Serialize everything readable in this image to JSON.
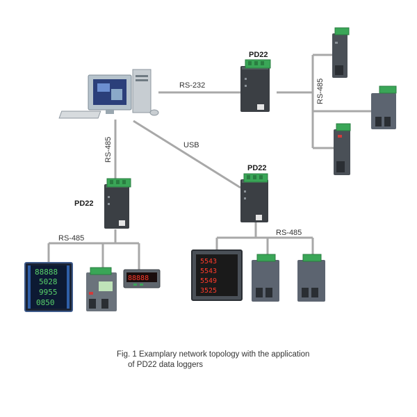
{
  "labels": {
    "rs232": "RS-232",
    "rs485_right": "RS-485",
    "rs485_left_vertical": "RS-485",
    "usb": "USB",
    "rs485_bottom_left": "RS-485",
    "rs485_bottom_right": "RS-485"
  },
  "devices": {
    "pd22_top": "PD22",
    "pd22_left": "PD22",
    "pd22_middle": "PD22"
  },
  "meter_left": {
    "rows": [
      "88888",
      "5028",
      "9955",
      "0850"
    ]
  },
  "meter_small": "88888",
  "meter_right": {
    "rows": [
      "5543",
      "5543",
      "5549",
      "3525"
    ]
  },
  "caption": {
    "line1": "Fig. 1  Examplary network topology with the application",
    "line2": "of PD22 data loggers"
  },
  "colors": {
    "line": "#a8a8a8",
    "device_body": "#3b3f44",
    "terminal_green": "#3aa657",
    "meter_display": "#0d3a1a",
    "digit_green": "#59d36a",
    "digit_red": "#ff3a2a"
  }
}
